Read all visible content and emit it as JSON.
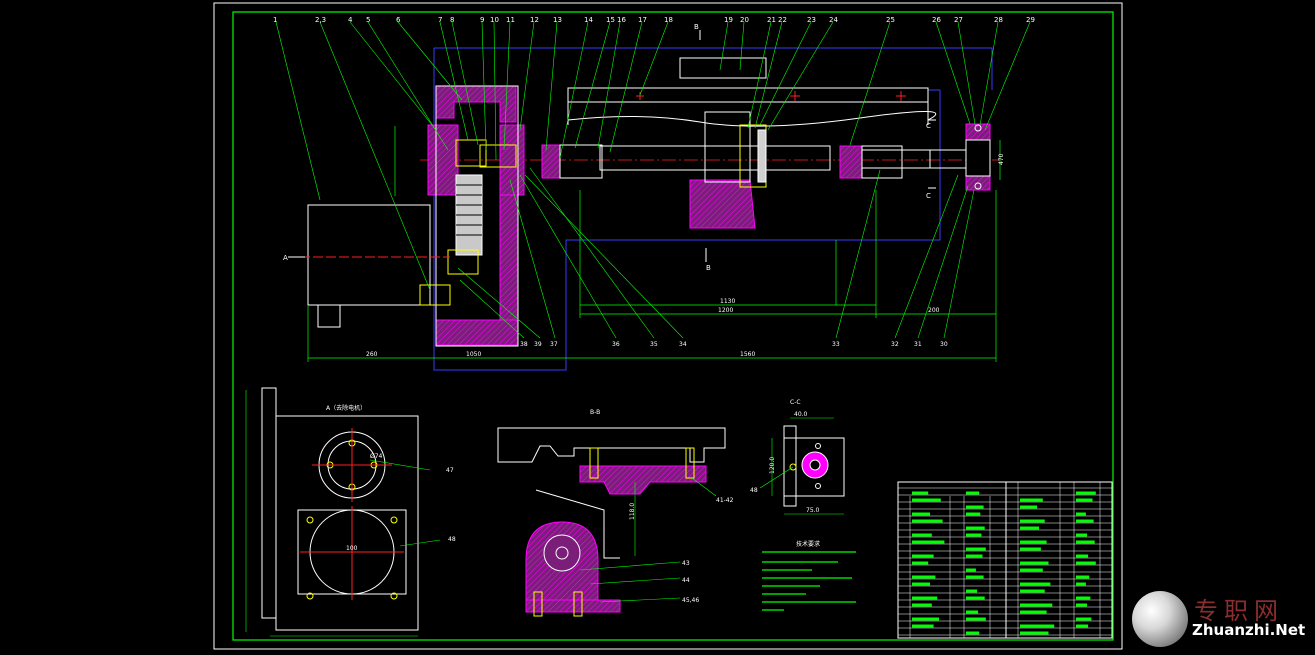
{
  "balloons_top": [
    "1",
    "2,3",
    "4",
    "5",
    "6",
    "7",
    "8",
    "9",
    "10",
    "11",
    "12",
    "13",
    "14",
    "15",
    "16",
    "17",
    "18",
    "19",
    "20",
    "21",
    "22",
    "23",
    "24",
    "25",
    "26",
    "27",
    "28",
    "29"
  ],
  "balloons_bottom": [
    "39",
    "38",
    "37",
    "36",
    "35",
    "34",
    "33",
    "32",
    "31",
    "30"
  ],
  "section_labels": {
    "arrow_a": "A",
    "arrow_b_top": "B",
    "arrow_b_bottom": "B",
    "arrow_c_top": "C",
    "arrow_c_bottom": "C",
    "view_a": "A（去除电机）",
    "view_bb": "B-B",
    "view_cc": "C-C"
  },
  "dimensions": {
    "d1130": "1130",
    "d1200": "1200",
    "d200": "200",
    "d1560": "1560",
    "d1050": "1050",
    "d260": "260",
    "d470": "470",
    "cc_width_top": "40.0",
    "cc_height": "120.0",
    "cc_width_bottom": "75.0",
    "bb_height": "118.0",
    "a_dia": "Ø74",
    "a_dia2": "100",
    "a_callout": "47"
  },
  "callouts": {
    "bb_a": "41-42",
    "bb_b": "43",
    "bb_c": "44",
    "bb_d": "45,46",
    "cc": "48",
    "a_view": "48"
  },
  "tech_title": "技术要求",
  "watermark": {
    "cn": "专职网",
    "en": "Zhuanzhi.Net"
  }
}
